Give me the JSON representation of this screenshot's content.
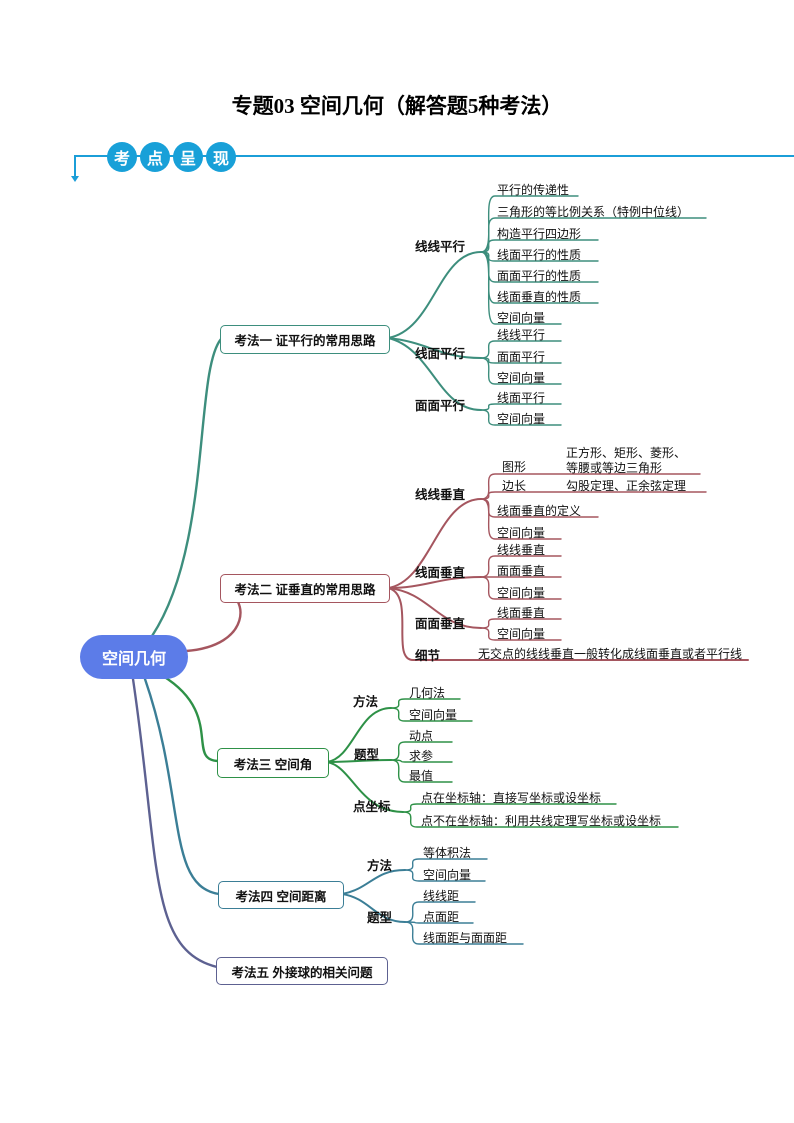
{
  "title": "专题03 空间几何（解答题5种考法）",
  "header_badge": {
    "chars": [
      "考",
      "点",
      "呈",
      "现"
    ]
  },
  "root": {
    "label": "空间几何"
  },
  "colors": {
    "branch1": "#3d8e7d",
    "branch2": "#a5565f",
    "branch3": "#2e9147",
    "branch4": "#3b7e96",
    "branch5": "#5d6191",
    "badge_blue": "#18a0d8",
    "central_fill": "#5c7ce8"
  },
  "branches": [
    {
      "label": "考法一 证平行的常用思路",
      "groups": [
        {
          "label": "线线平行",
          "leaves": [
            "平行的传递性",
            "三角形的等比例关系（特例中位线）",
            "构造平行四边形",
            "线面平行的性质",
            "面面平行的性质",
            "线面垂直的性质",
            "空间向量"
          ]
        },
        {
          "label": "线面平行",
          "leaves": [
            "线线平行",
            "面面平行",
            "空间向量"
          ]
        },
        {
          "label": "面面平行",
          "leaves": [
            "线面平行",
            "空间向量"
          ]
        }
      ]
    },
    {
      "label": "考法二 证垂直的常用思路",
      "groups": [
        {
          "label": "线线垂直",
          "leaves": [
            {
              "label": "图形",
              "child_lines": [
                "正方形、矩形、菱形、",
                "等腰或等边三角形"
              ]
            },
            {
              "label": "边长",
              "child_lines": [
                "勾股定理、正余弦定理"
              ]
            },
            "线面垂直的定义",
            "空间向量"
          ]
        },
        {
          "label": "线面垂直",
          "leaves": [
            "线线垂直",
            "面面垂直",
            "空间向量"
          ]
        },
        {
          "label": "面面垂直",
          "leaves": [
            "线面垂直",
            "空间向量"
          ]
        },
        {
          "label": "细节",
          "leaves": [
            "无交点的线线垂直一般转化成线面垂直或者平行线"
          ]
        }
      ]
    },
    {
      "label": "考法三 空间角",
      "groups": [
        {
          "label": "方法",
          "leaves": [
            "几何法",
            "空间向量"
          ]
        },
        {
          "label": "题型",
          "leaves": [
            "动点",
            "求参",
            "最值"
          ]
        },
        {
          "label": "点坐标",
          "leaves": [
            "点在坐标轴：直接写坐标或设坐标",
            "点不在坐标轴：利用共线定理写坐标或设坐标"
          ]
        }
      ]
    },
    {
      "label": "考法四 空间距离",
      "groups": [
        {
          "label": "方法",
          "leaves": [
            "等体积法",
            "空间向量"
          ]
        },
        {
          "label": "题型",
          "leaves": [
            "线线距",
            "点面距",
            "线面距与面面距"
          ]
        }
      ]
    },
    {
      "label": "考法五 外接球的相关问题",
      "groups": []
    }
  ]
}
